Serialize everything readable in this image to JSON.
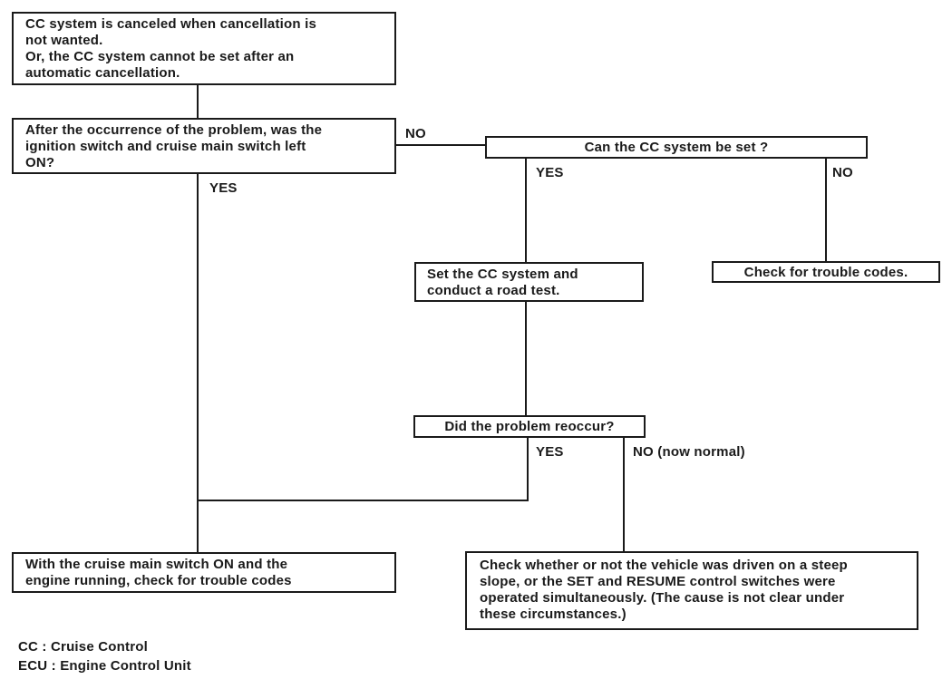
{
  "flowchart": {
    "nodes": {
      "problem": {
        "text": "CC system is canceled when cancellation is\nnot wanted.\nOr, the CC system cannot be set after an\nautomatic cancellation."
      },
      "q_ignition_left_on": {
        "text": "After the occurrence of the problem, was the\nignition switch and cruise main switch left\nON?"
      },
      "q_can_set": {
        "text": "Can the CC system be set ?"
      },
      "set_and_road_test": {
        "text": "Set the CC system and\nconduct a road test."
      },
      "check_trouble_codes": {
        "text": "Check for trouble codes."
      },
      "q_problem_reoccur": {
        "text": "Did the problem reoccur?"
      },
      "check_codes_engine_running": {
        "text": "With the cruise main switch ON and the\nengine running, check for trouble codes"
      },
      "check_steep_slope": {
        "text": "Check whether or not the vehicle was driven on a steep\nslope, or the SET and RESUME control switches were\noperated simultaneously. (The cause is not clear under\nthese circumstances.)"
      }
    },
    "branch_labels": {
      "q_ignition_no": "NO",
      "q_ignition_yes": "YES",
      "q_can_set_yes": "YES",
      "q_can_set_no": "NO",
      "q_reoccur_yes": "YES",
      "q_reoccur_no": "NO (now normal)"
    },
    "legend": {
      "line1": "CC : Cruise Control",
      "line2": "ECU : Engine Control Unit"
    },
    "colors": {
      "ink": "#1a1a1a",
      "background": "#ffffff"
    }
  }
}
